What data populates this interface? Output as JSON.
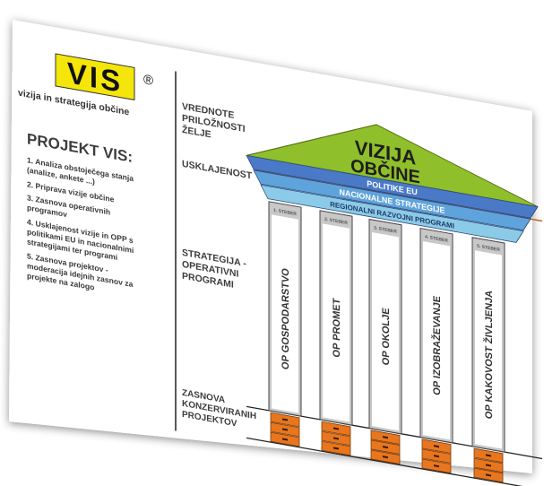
{
  "logo": {
    "letters": "VIS",
    "registered": "®",
    "tagline": "vizija in strategija občine"
  },
  "project": {
    "title": "PROJEKT VIS:",
    "steps": [
      "1. Analiza obstoječega stanja",
      "(analize, ankete ...)",
      "2. Priprava vizije občine",
      "3. Zasnova operativnih",
      "programov",
      "4. Usklajenost vizije in OPP s",
      "politikami EU in nacionalnimi",
      "strategijami ter programi",
      "5. Zasnova projektov -",
      "moderacija idejnih zasnov za",
      "projekte na zalogo"
    ]
  },
  "levels": {
    "vrednote": [
      "VREDNOTE",
      "PRILOŽNOSTI",
      "ŽELJE"
    ],
    "usklajenost": "USKLAJENOST",
    "strategija": [
      "STRATEGIJA -",
      "OPERATIVNI",
      "PROGRAMI"
    ],
    "zasnova": [
      "ZASNOVA",
      "KONZERVIRANIH",
      "PROJEKTOV"
    ]
  },
  "roof": {
    "title_line1": "VIZIJA",
    "title_line2": "OBČINE",
    "color": "#8fbf2a"
  },
  "bands": [
    {
      "label": "POLITIKE EU",
      "color": "#4a79c8"
    },
    {
      "label": "NACIONALNE STRATEGIJE",
      "color": "#5fa3dc"
    },
    {
      "label": "REGIONALNI RAZVOJNI PROGRAMI",
      "color": "#8ccbe8"
    }
  ],
  "pillars": [
    {
      "tag": "1. STEBER",
      "label": "OP GOSPODARSTVO"
    },
    {
      "tag": "2. STEBER",
      "label": "OP PROMET"
    },
    {
      "tag": "3. STEBER",
      "label": "OP OKOLJE"
    },
    {
      "tag": "4. STEBER",
      "label": "OP IZOBRAŽEVANJE"
    },
    {
      "tag": "5. STEBER",
      "label": "OP KAKOVOST ŽIVLJENJA"
    }
  ],
  "colors": {
    "logo_bg": "#f4e50a",
    "pillar": "#c8c8c8",
    "drawer": "#e8761e"
  }
}
